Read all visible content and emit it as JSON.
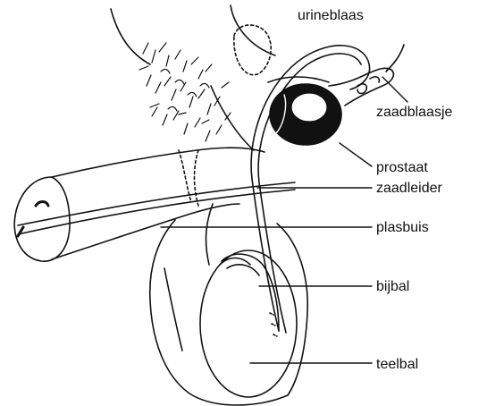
{
  "labels": {
    "urineblaas": "urineblaas",
    "zaadblaasje": "zaadblaasje",
    "prostaat": "prostaat",
    "zaadleider": "zaadleider",
    "plasbuis": "plasbuis",
    "bijbal": "bijbal",
    "teelbal": "teelbal"
  },
  "colors": {
    "ink": "#111111",
    "background": "#ffffff"
  }
}
